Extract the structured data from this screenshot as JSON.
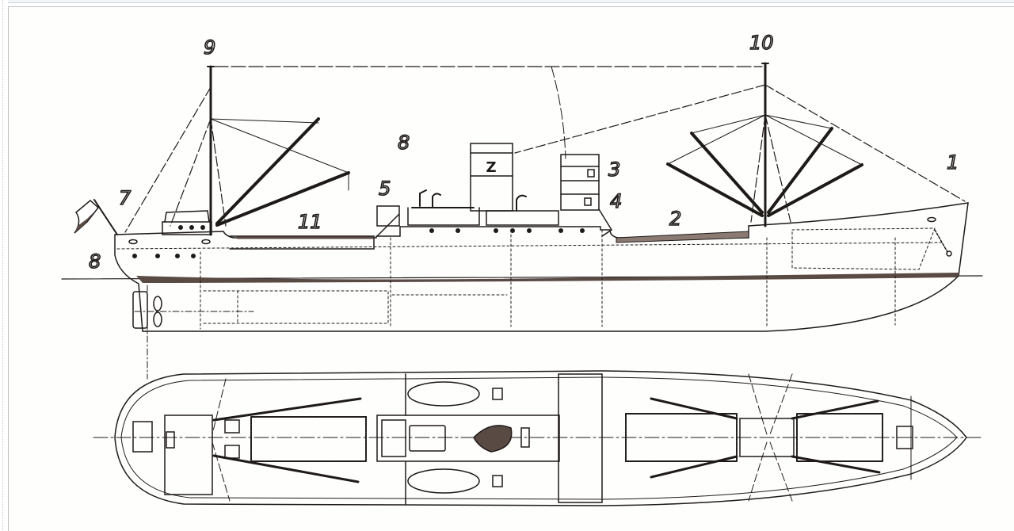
{
  "figure": {
    "type": "technical ship drawing",
    "views": [
      {
        "name": "side elevation",
        "description": "Cargo ship profile with two masts, derricks, funnel with Z emblem, bridge superstructure"
      },
      {
        "name": "deck plan",
        "description": "Top-down plan of cargo ship showing hatches, derricks, lifeboats, funnel"
      }
    ],
    "funnel_emblem": "Z",
    "callouts": [
      {
        "id": "1",
        "label": "1"
      },
      {
        "id": "2",
        "label": "2"
      },
      {
        "id": "3",
        "label": "3"
      },
      {
        "id": "4",
        "label": "4"
      },
      {
        "id": "5",
        "label": "5"
      },
      {
        "id": "6",
        "label": "8"
      },
      {
        "id": "7",
        "label": "7"
      },
      {
        "id": "8",
        "label": "8"
      },
      {
        "id": "9",
        "label": "9"
      },
      {
        "id": "10",
        "label": "10"
      },
      {
        "id": "11",
        "label": "11"
      }
    ],
    "colors": {
      "ink": "#1e1a18",
      "hull_shade": "#5a4a44",
      "pencil": "#b8b8b8",
      "paper": "#fefefd"
    }
  }
}
